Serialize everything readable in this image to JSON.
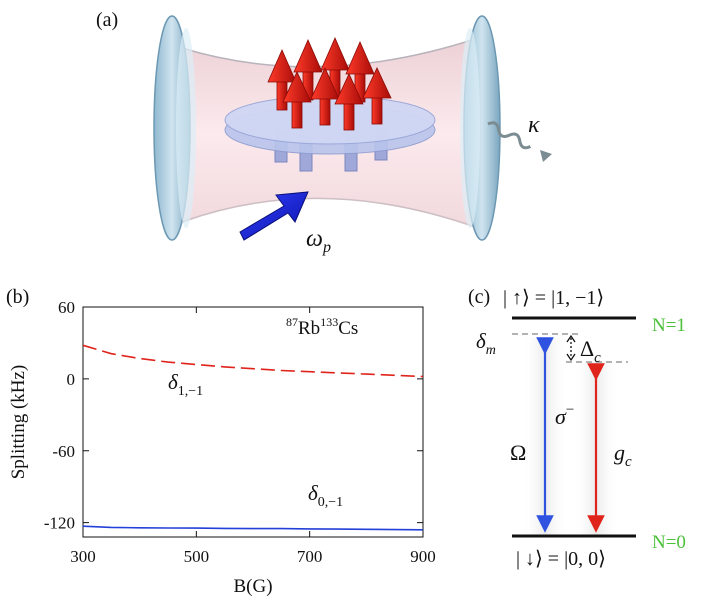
{
  "panels": {
    "a": {
      "label": "(a)",
      "loss_symbol": "κ",
      "pump_symbol": "ω",
      "pump_sub": "p"
    },
    "b": {
      "label": "(b)",
      "species": {
        "mass1": "87",
        "el1": "Rb",
        "mass2": "133",
        "el2": "Cs"
      },
      "curve_labels": [
        {
          "main": "δ",
          "sub": "1,−1"
        },
        {
          "main": "δ",
          "sub": "0,−1"
        }
      ],
      "colors": {
        "delta_1m1": "#e0241b",
        "delta_0m1": "#2340d8"
      }
    },
    "c": {
      "label": "(c)",
      "upper_state": "| ↑⟩ = |1, −1⟩",
      "lower_state": "| ↓⟩ = |0, 0⟩",
      "upper_N": "N=1",
      "lower_N": "N=0",
      "delta_m": "δ",
      "delta_m_sub": "m",
      "Delta_c": "Δ",
      "Delta_c_sub": "c",
      "sigma": "σ",
      "sigma_sup": "−",
      "Omega": "Ω",
      "g": "g",
      "g_sub": "c",
      "colors": {
        "omega_arrow": "#2f52e0",
        "g_arrow": "#e0241b",
        "N_label": "#4cc13a"
      }
    }
  },
  "chart_data": {
    "type": "line",
    "title": "",
    "xlabel": "B(G)",
    "ylabel": "Splitting (kHz)",
    "xlim": [
      300,
      900
    ],
    "ylim": [
      -132,
      60
    ],
    "xticks": [
      300,
      500,
      700,
      900
    ],
    "yticks": [
      60,
      0,
      -60,
      -120
    ],
    "ytick_labels": [
      "60",
      "0",
      "-60",
      "-120"
    ],
    "grid": false,
    "series": [
      {
        "name": "δ1,−1",
        "style": "dashed",
        "color": "#e0241b",
        "x": [
          300,
          350,
          400,
          450,
          500,
          550,
          600,
          650,
          700,
          750,
          800,
          850,
          900
        ],
        "y": [
          28,
          21,
          17,
          14,
          12,
          10,
          8.5,
          7,
          6,
          5,
          4,
          3,
          2
        ]
      },
      {
        "name": "δ0,−1",
        "style": "solid",
        "color": "#2340d8",
        "x": [
          300,
          350,
          400,
          450,
          500,
          550,
          600,
          650,
          700,
          750,
          800,
          850,
          900
        ],
        "y": [
          -123,
          -124,
          -124.3,
          -124.5,
          -124.6,
          -124.8,
          -125,
          -125,
          -125.2,
          -125.4,
          -125.6,
          -125.8,
          -126
        ]
      }
    ]
  }
}
